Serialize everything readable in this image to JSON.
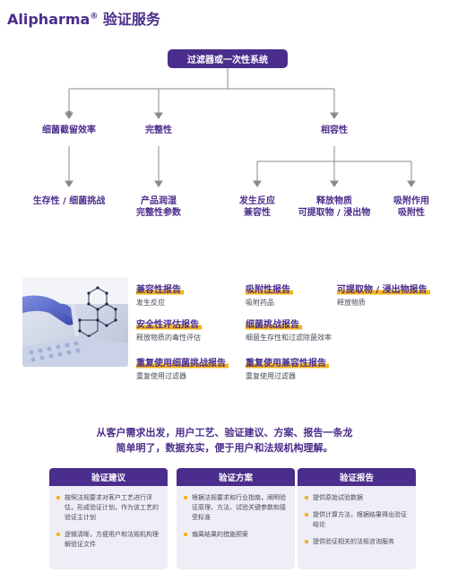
{
  "header": {
    "brand": "Alipharma",
    "reg": "®",
    "title_suffix": " 验证服务"
  },
  "diagram": {
    "root": "过滤器或一次性系统",
    "branches": [
      {
        "label": "细菌截留效率",
        "children": [
          {
            "lines": [
              "生存性 / 细菌挑战"
            ]
          }
        ]
      },
      {
        "label": "完整性",
        "children": [
          {
            "lines": [
              "产品润湿",
              "完整性参数"
            ]
          }
        ]
      },
      {
        "label": "相容性",
        "children": [
          {
            "lines": [
              "发生反应",
              "兼容性"
            ]
          },
          {
            "lines": [
              "释放物质",
              "可提取物 / 浸出物"
            ]
          },
          {
            "lines": [
              "吸附作用",
              "吸附性"
            ]
          }
        ]
      }
    ]
  },
  "reports": [
    {
      "title": "兼容性报告",
      "sub": "发生反应"
    },
    {
      "title": "吸附性报告",
      "sub": "吸附药品"
    },
    {
      "title": "可提取物 / 浸出物报告",
      "sub": "释放物质"
    },
    {
      "title": "安全性评估报告",
      "sub": "释放物质的毒性评估"
    },
    {
      "title": "细菌挑战报告",
      "sub": "细菌生存性和过滤除菌效率"
    },
    {
      "title": "重复使用细菌挑战报告",
      "sub": "重复使用过滤器"
    },
    {
      "title": "重复使用兼容性报告",
      "sub": "重复使用过滤器"
    }
  ],
  "tagline": {
    "line1": "从客户需求出发，用户工艺、验证建议、方案、报告一条龙",
    "line2": "简单明了，数据充实，便于用户和法规机构理解。"
  },
  "panels": [
    {
      "title": "验证建议",
      "items": [
        "按照法规要求对客户工艺进行评估，形成验证计划，作为该工艺的验证主计划",
        "逻辑清晰，方便用户和法规机构理解验证文件"
      ]
    },
    {
      "title": "验证方案",
      "items": [
        "根据法规要求和行业指南，阐明验证原理、方法、试验关键参数和接受标准",
        "偏离结果的措施预案"
      ]
    },
    {
      "title": "验证报告",
      "items": [
        "提供原始试验数据",
        "提供计算方法，根据结果得出验证结论",
        "提供验证相关的法规咨询服务"
      ]
    }
  ],
  "colors": {
    "primary": "#4a2d8c",
    "accent": "#f5b41d",
    "panel_bg": "#efedf5",
    "line": "#8a8a8a"
  }
}
